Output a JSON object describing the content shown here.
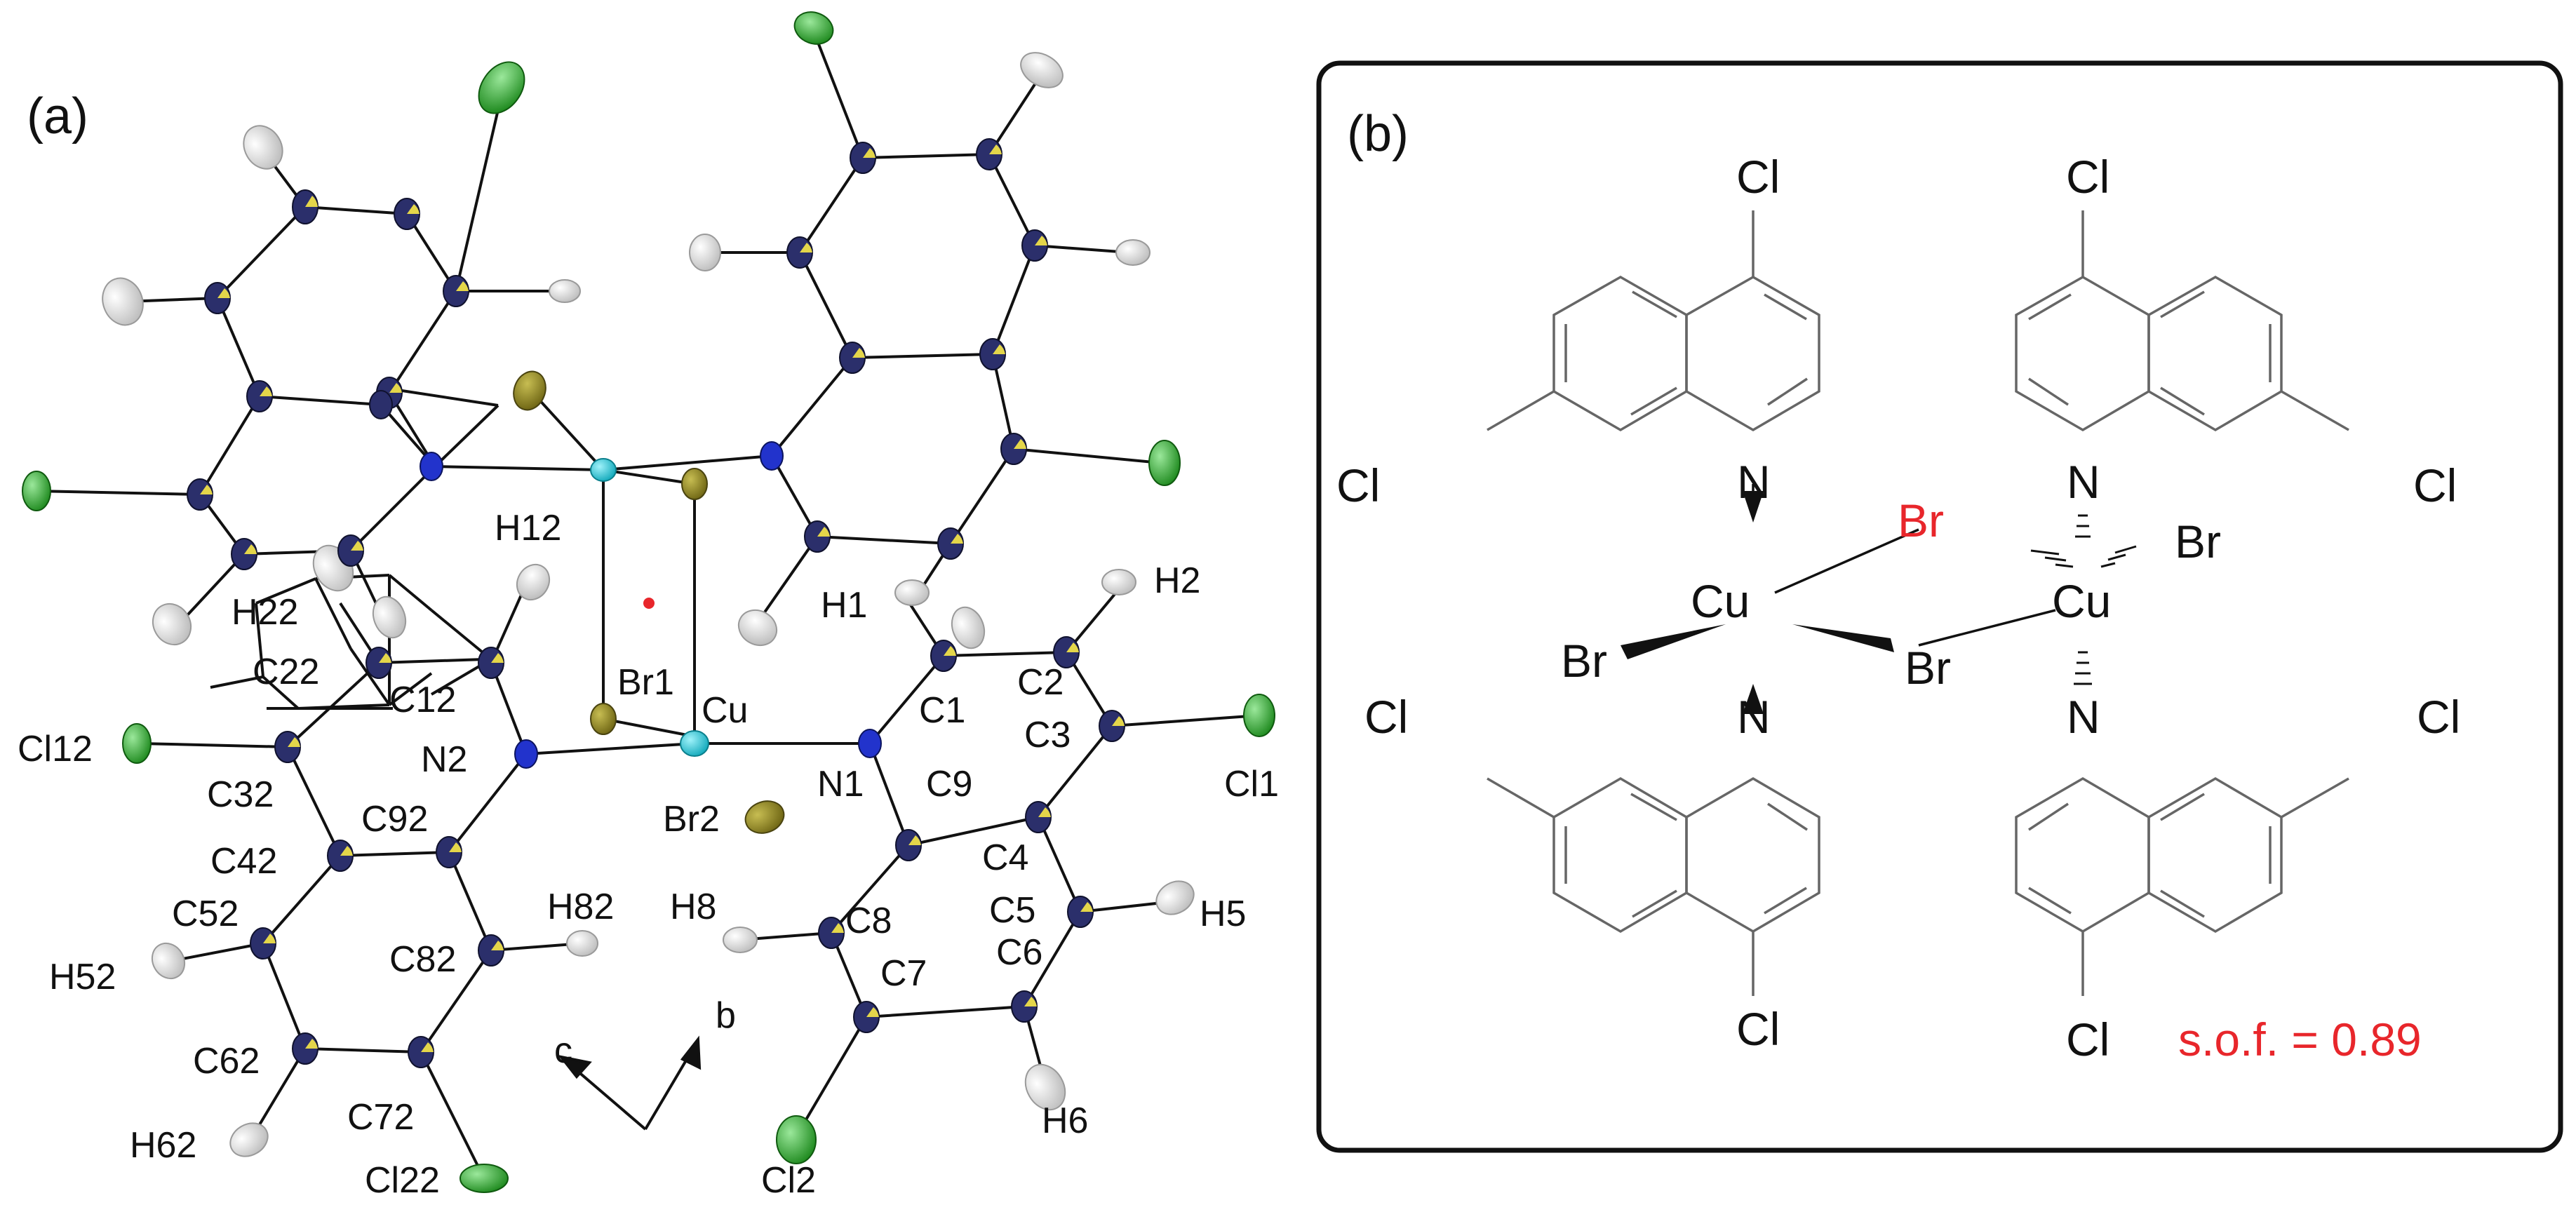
{
  "panel_a": {
    "label": "(a)",
    "atom_labels": [
      "H12",
      "H22",
      "C22",
      "C12",
      "Cl12",
      "N2",
      "Br1",
      "Cu",
      "H1",
      "C1",
      "C2",
      "H2",
      "C3",
      "Cl1",
      "N1",
      "C9",
      "C32",
      "C92",
      "Br2",
      "C42",
      "C4",
      "C5",
      "H5",
      "C52",
      "H82",
      "H8",
      "C8",
      "C6",
      "H52",
      "C82",
      "C7",
      "c",
      "b",
      "C62",
      "C72",
      "H62",
      "H6",
      "Cl22",
      "Cl2"
    ],
    "axes": [
      "c",
      "b"
    ]
  },
  "panel_b": {
    "label": "(b)",
    "atoms": [
      "Cl",
      "Cl",
      "Cl",
      "Cl",
      "N",
      "N",
      "Cu",
      "Cu",
      "Br",
      "Br",
      "Br",
      "Br",
      "N",
      "N",
      "Cl",
      "Cl",
      "Cl",
      "Cl"
    ],
    "red_br": "Br",
    "sof": "s.o.f. = 0.89"
  },
  "colors": {
    "bond": "#111111",
    "ring_b": "#666666",
    "carbon": "#2b2f6b",
    "carbon_octant": "#e4d64a",
    "nitrogen": "#2233cc",
    "chlorine": "#2fae2f",
    "hydrogen": "#d8d8d8",
    "bromine": "#8b8020",
    "copper": "#22c8d8",
    "highlight_red": "#e8262b"
  }
}
